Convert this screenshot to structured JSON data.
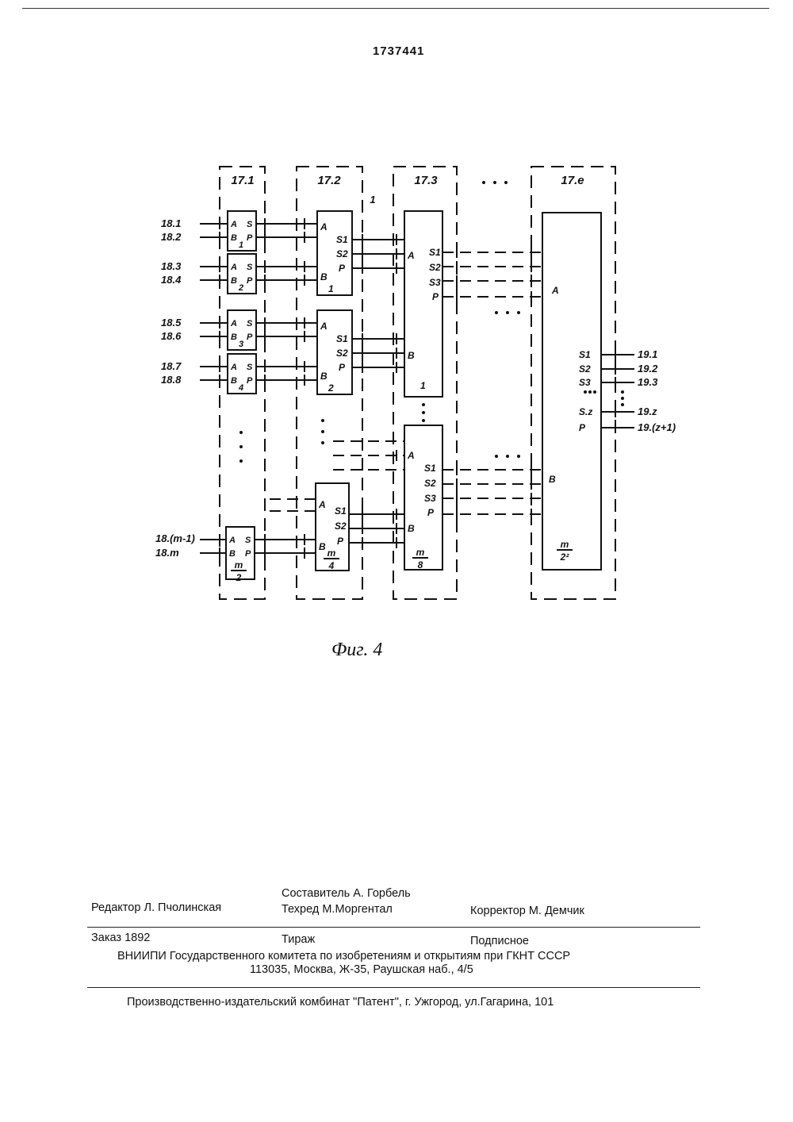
{
  "header": {
    "patent_number": "1737441"
  },
  "figure": {
    "caption": "Фиг. 4",
    "groups": [
      "17.1",
      "17.2",
      "17.3",
      "17.e"
    ],
    "inputs": [
      "18.1",
      "18.2",
      "18.3",
      "18.4",
      "18.5",
      "18.6",
      "18.7",
      "18.8",
      "18.(m-1)",
      "18.m"
    ],
    "outputs": [
      "19.1",
      "19.2",
      "19.3",
      "19.z",
      "19.(z+1)"
    ],
    "line_marker": "1",
    "block_labels": {
      "g1": [
        "1",
        "2",
        "3",
        "4"
      ],
      "g1_last": "m/2",
      "g2": [
        "1",
        "2"
      ],
      "g2_last": "m/4",
      "g3": "1",
      "g3_last": "m/8",
      "ge": "m/2²"
    },
    "pins": {
      "a": "A",
      "b": "B",
      "s": "S",
      "p": "P",
      "s1": "S1",
      "s2": "S2",
      "s3": "S3",
      "sz": "S.z"
    }
  },
  "imprint": {
    "compiler": "Составитель  А. Горбель",
    "editor": "Редактор  Л. Пчолинская",
    "techred": "Техред М.Моргентал",
    "corrector": "Корректор М. Демчик",
    "order": "Заказ  1892",
    "circulation": "Тираж",
    "subscription": "Подписное",
    "org": "ВНИИПИ Государственного комитета по изобретениям и открытиям при ГКНТ СССР",
    "address": "113035, Москва, Ж-35, Раушская наб., 4/5",
    "publisher": "Производственно-издательский комбинат \"Патент\", г. Ужгород, ул.Гагарина, 101"
  }
}
